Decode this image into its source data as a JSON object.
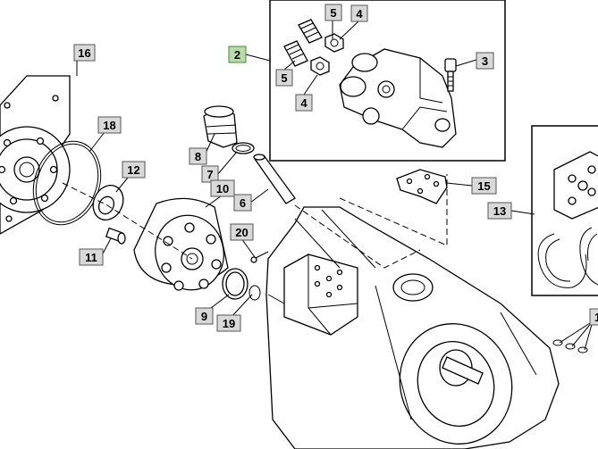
{
  "callouts": [
    {
      "id": "c16",
      "text": "16"
    },
    {
      "id": "c2",
      "text": "2",
      "highlight": true
    },
    {
      "id": "c5a",
      "text": "5"
    },
    {
      "id": "c4a",
      "text": "4"
    },
    {
      "id": "c5b",
      "text": "5"
    },
    {
      "id": "c4b",
      "text": "4"
    },
    {
      "id": "c3",
      "text": "3"
    },
    {
      "id": "c18",
      "text": "18"
    },
    {
      "id": "c12",
      "text": "12"
    },
    {
      "id": "c8",
      "text": "8"
    },
    {
      "id": "c7",
      "text": "7"
    },
    {
      "id": "c10",
      "text": "10"
    },
    {
      "id": "c6",
      "text": "6"
    },
    {
      "id": "c15",
      "text": "15"
    },
    {
      "id": "c13",
      "text": "13"
    },
    {
      "id": "c20",
      "text": "20"
    },
    {
      "id": "c11",
      "text": "11"
    },
    {
      "id": "c9",
      "text": "9"
    },
    {
      "id": "c19",
      "text": "19"
    },
    {
      "id": "c1x",
      "text": "1"
    }
  ],
  "colors": {
    "callout_fill": "#d9d9d9",
    "callout_highlight_fill": "#b7dca8",
    "line": "#000000",
    "background": "#ffffff"
  }
}
